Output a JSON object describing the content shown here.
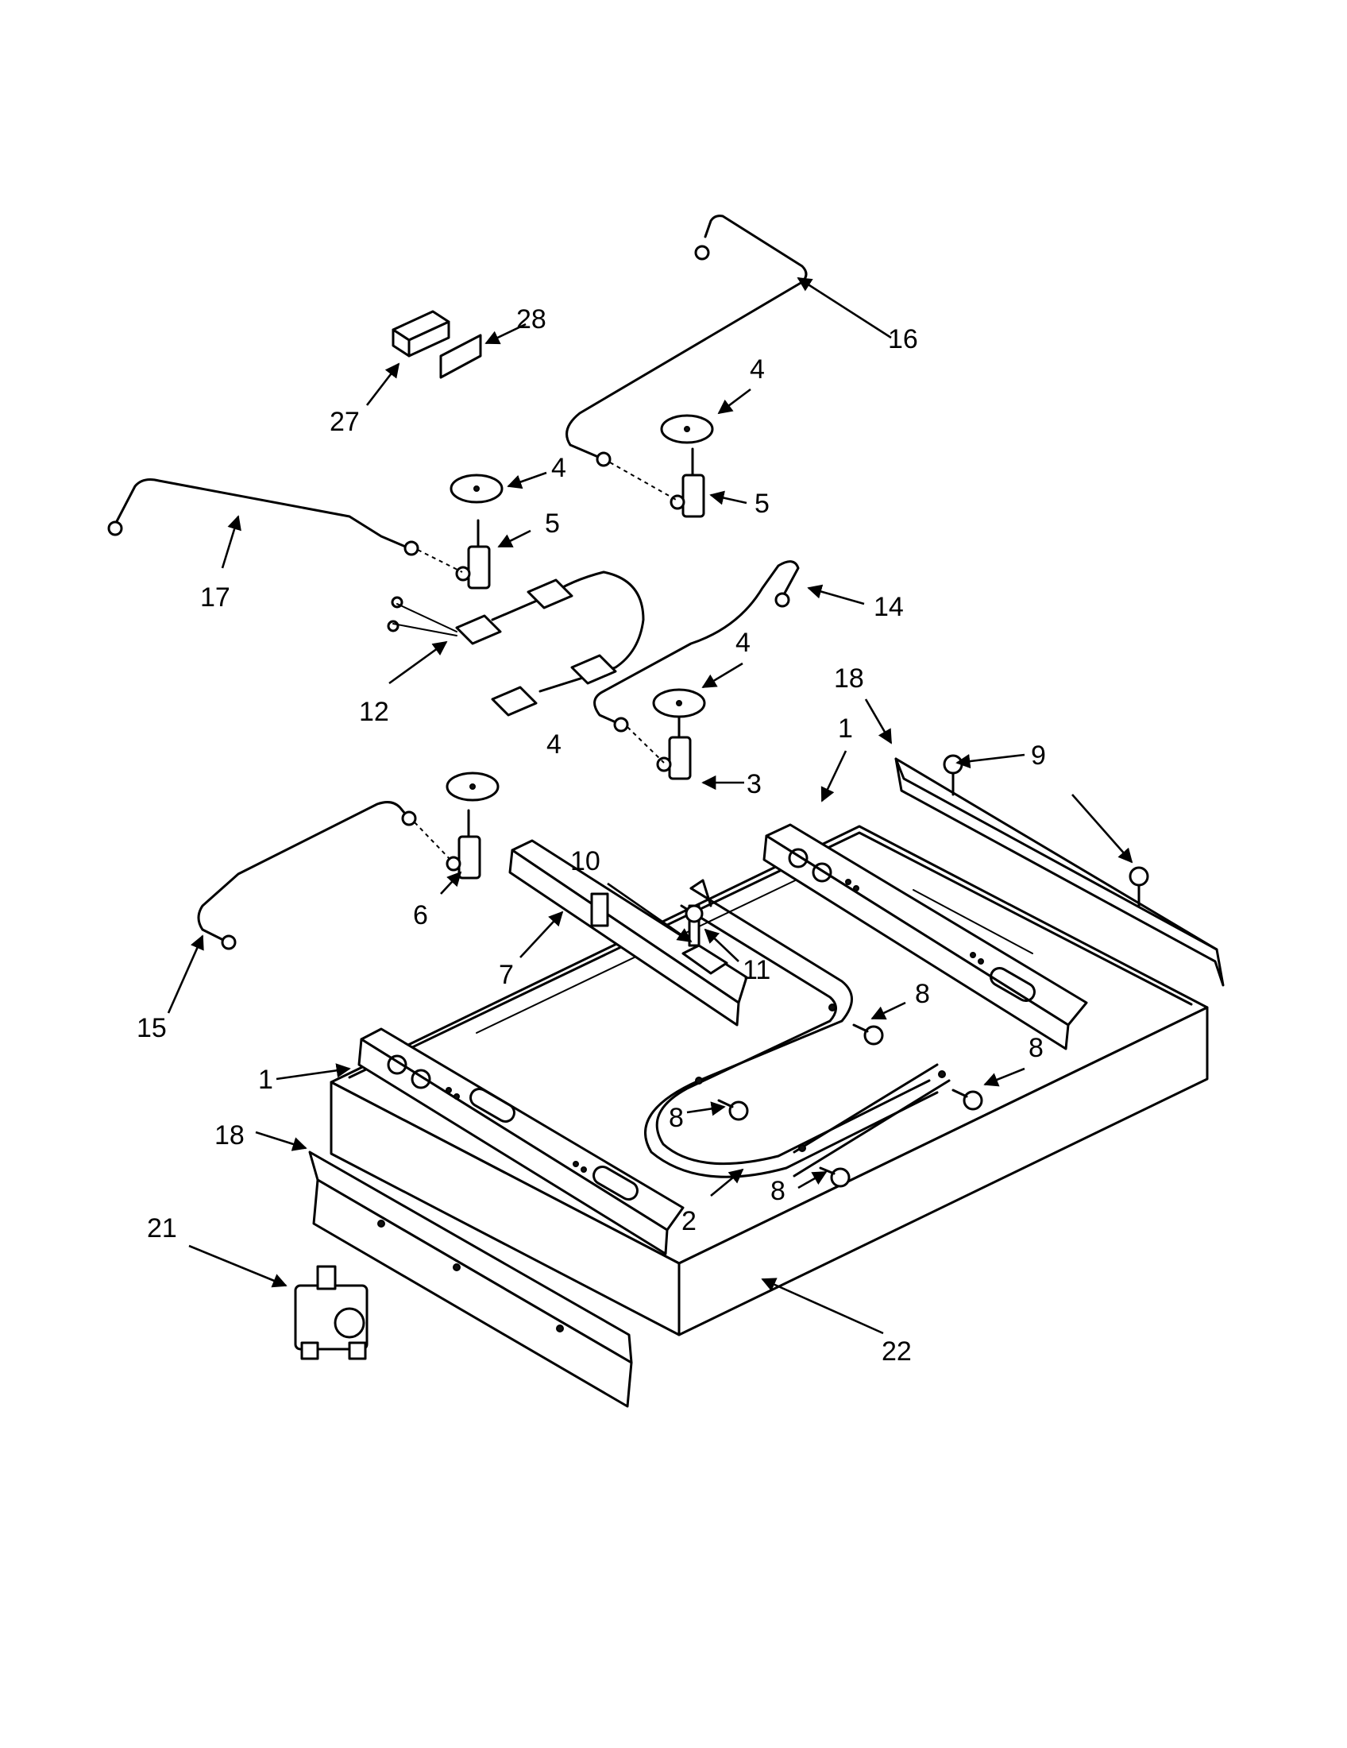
{
  "callouts": {
    "c1_right": "1",
    "c1_left": "1",
    "c2": "2",
    "c3": "3",
    "c4_upper_right": "4",
    "c4_upper_left": "4",
    "c4_middle": "4",
    "c4_lower": "4",
    "c5_right": "5",
    "c5_left": "5",
    "c6": "6",
    "c7": "7",
    "c8_a": "8",
    "c8_b": "8",
    "c8_c": "8",
    "c8_d": "8",
    "c9": "9",
    "c10": "10",
    "c11": "11",
    "c12": "12",
    "c14": "14",
    "c15": "15",
    "c16": "16",
    "c17": "17",
    "c18_right": "18",
    "c18_left": "18",
    "c21": "21",
    "c22": "22",
    "c27": "27",
    "c28": "28"
  }
}
